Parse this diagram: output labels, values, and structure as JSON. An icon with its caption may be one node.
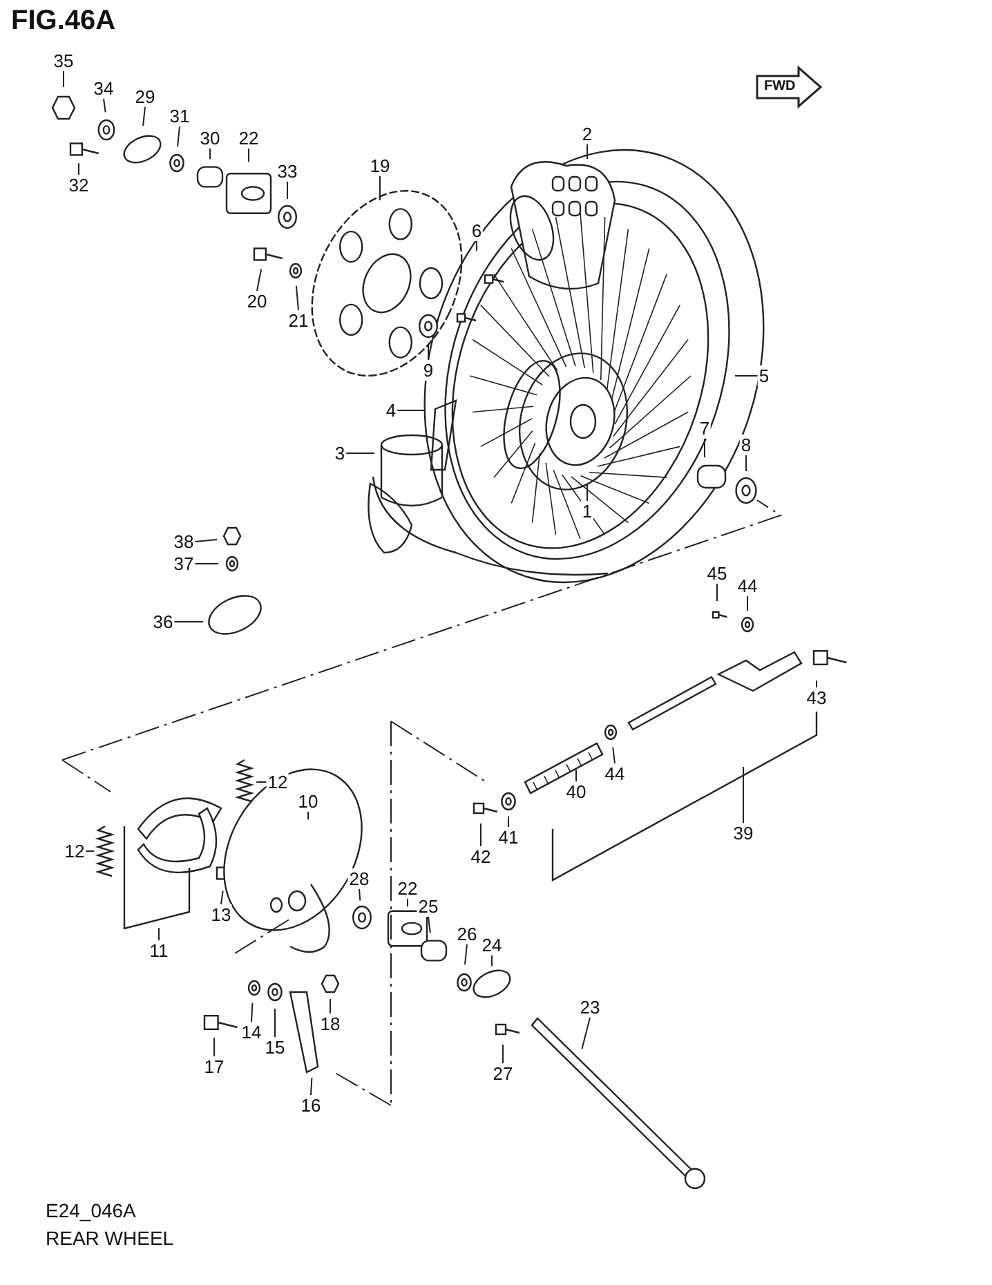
{
  "diagram": {
    "title": "FIG.46A",
    "caption": "REAR WHEEL",
    "nodes": [
      {
        "text": [
          "35"
        ]
      },
      {
        "text": [
          "34"
        ]
      },
      {
        "text": [
          "29"
        ]
      },
      {
        "text": [
          "31"
        ]
      },
      {
        "text": [
          "30"
        ]
      },
      {
        "text": [
          "22"
        ]
      },
      {
        "text": [
          "33"
        ]
      },
      {
        "text": [
          "32"
        ]
      },
      {
        "text": [
          "19"
        ]
      },
      {
        "text": [
          "2"
        ]
      },
      {
        "text": [
          "6"
        ]
      },
      {
        "text": [
          "20"
        ]
      },
      {
        "text": [
          "21"
        ]
      },
      {
        "text": [
          "9"
        ]
      },
      {
        "text": [
          "5"
        ]
      },
      {
        "text": [
          "4"
        ]
      },
      {
        "text": [
          "3"
        ]
      },
      {
        "text": [
          "7"
        ]
      },
      {
        "text": [
          "8"
        ]
      },
      {
        "text": [
          "1"
        ]
      },
      {
        "text": [
          "38"
        ]
      },
      {
        "text": [
          "37"
        ]
      },
      {
        "text": [
          "36"
        ]
      },
      {
        "text": [
          "45"
        ]
      },
      {
        "text": [
          "44"
        ]
      },
      {
        "text": [
          "43"
        ]
      },
      {
        "text": [
          "40"
        ]
      },
      {
        "text": [
          "44"
        ]
      },
      {
        "text": [
          "39"
        ]
      },
      {
        "text": [
          "41"
        ]
      },
      {
        "text": [
          "42"
        ]
      },
      {
        "text": [
          "12"
        ]
      },
      {
        "text": [
          "10"
        ]
      },
      {
        "text": [
          "12"
        ]
      },
      {
        "text": [
          "11"
        ]
      },
      {
        "text": [
          "13"
        ]
      },
      {
        "text": [
          "28"
        ]
      },
      {
        "text": [
          "22"
        ]
      },
      {
        "text": [
          "25"
        ]
      },
      {
        "text": [
          "26"
        ]
      },
      {
        "text": [
          "24"
        ]
      },
      {
        "text": [
          "14"
        ]
      },
      {
        "text": [
          "15"
        ]
      },
      {
        "text": [
          "18"
        ]
      },
      {
        "text": [
          "17"
        ]
      },
      {
        "text": [
          "16"
        ]
      },
      {
        "text": [
          "23"
        ]
      },
      {
        "text": [
          "27"
        ]
      }
    ],
    "edges": [
      {
        "from": 0,
        "to": null,
        "arrow": "none"
      },
      {
        "from": 1,
        "to": null,
        "arrow": "none"
      },
      {
        "from": 2,
        "to": null,
        "arrow": "none"
      },
      {
        "from": 3,
        "to": null,
        "arrow": "none"
      },
      {
        "from": 4,
        "to": null,
        "arrow": "none"
      },
      {
        "from": 5,
        "to": null,
        "arrow": "none"
      },
      {
        "from": 6,
        "to": null,
        "arrow": "none"
      },
      {
        "from": 7,
        "to": null,
        "arrow": "none"
      },
      {
        "from": 8,
        "to": null,
        "arrow": "none"
      },
      {
        "from": 9,
        "to": null,
        "arrow": "none"
      },
      {
        "from": 10,
        "to": null,
        "arrow": "none"
      },
      {
        "from": 11,
        "to": null,
        "arrow": "none"
      },
      {
        "from": 12,
        "to": null,
        "arrow": "none"
      },
      {
        "from": 13,
        "to": null,
        "arrow": "none"
      },
      {
        "from": 14,
        "to": null,
        "arrow": "none"
      },
      {
        "from": 15,
        "to": null,
        "arrow": "none"
      },
      {
        "from": 16,
        "to": null,
        "arrow": "none"
      },
      {
        "from": 17,
        "to": null,
        "arrow": "none"
      },
      {
        "from": 18,
        "to": null,
        "arrow": "none"
      },
      {
        "from": 19,
        "to": null,
        "arrow": "none"
      },
      {
        "from": 20,
        "to": null,
        "arrow": "none"
      },
      {
        "from": 21,
        "to": null,
        "arrow": "none"
      },
      {
        "from": 22,
        "to": null,
        "arrow": "none"
      },
      {
        "from": 23,
        "to": null,
        "arrow": "none"
      },
      {
        "from": 24,
        "to": null,
        "arrow": "none"
      },
      {
        "from": 25,
        "to": null,
        "arrow": "none"
      },
      {
        "from": 26,
        "to": null,
        "arrow": "none"
      },
      {
        "from": 27,
        "to": null,
        "arrow": "none"
      },
      {
        "from": 28,
        "to": null,
        "arrow": "none"
      },
      {
        "from": 29,
        "to": null,
        "arrow": "none"
      },
      {
        "from": 30,
        "to": null,
        "arrow": "none"
      },
      {
        "from": 31,
        "to": null,
        "arrow": "none"
      },
      {
        "from": 32,
        "to": null,
        "arrow": "none"
      },
      {
        "from": 33,
        "to": null,
        "arrow": "none"
      },
      {
        "from": 34,
        "to": null,
        "arrow": "none"
      },
      {
        "from": 35,
        "to": null,
        "arrow": "none"
      },
      {
        "from": 36,
        "to": null,
        "arrow": "none"
      },
      {
        "from": 37,
        "to": null,
        "arrow": "none"
      },
      {
        "from": 38,
        "to": null,
        "arrow": "none"
      },
      {
        "from": 39,
        "to": null,
        "arrow": "none"
      },
      {
        "from": 40,
        "to": null,
        "arrow": "none"
      },
      {
        "from": 41,
        "to": null,
        "arrow": "none"
      },
      {
        "from": 42,
        "to": null,
        "arrow": "none"
      },
      {
        "from": 43,
        "to": null,
        "arrow": "none"
      },
      {
        "from": 44,
        "to": null,
        "arrow": "none"
      },
      {
        "from": 45,
        "to": null,
        "arrow": "none"
      },
      {
        "from": 46,
        "to": null,
        "arrow": "none"
      },
      {
        "from": 47,
        "to": null,
        "arrow": "none"
      }
    ],
    "labels": [
      "FWD",
      "E24_046A"
    ]
  }
}
